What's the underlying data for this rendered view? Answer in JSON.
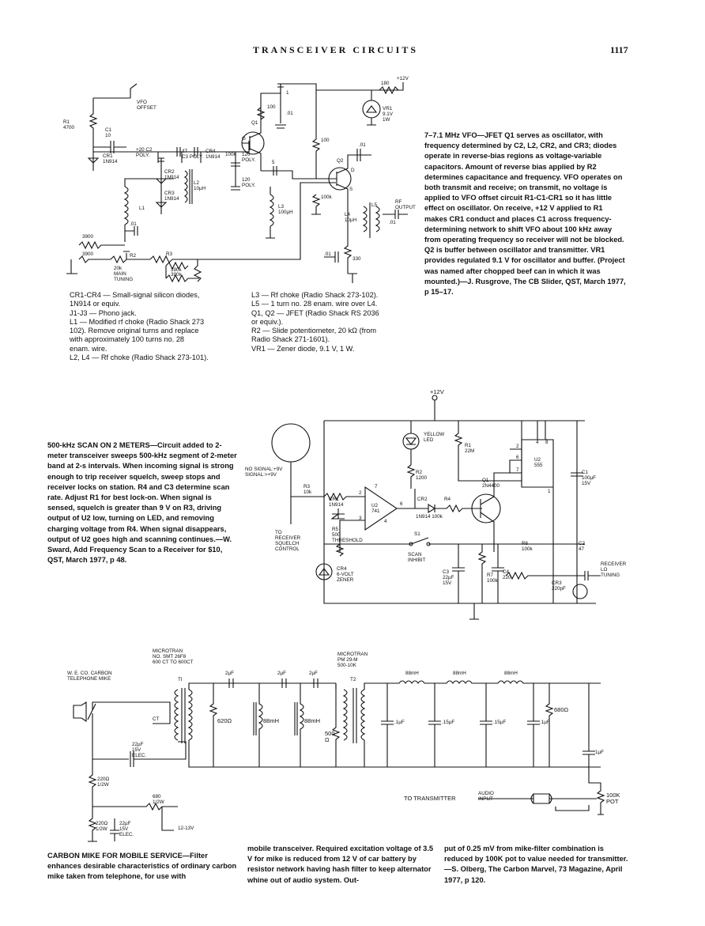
{
  "page": {
    "header": "TRANSCEIVER CIRCUITS",
    "page_number": "1117"
  },
  "vfo": {
    "caption": "7–7.1 MHz VFO—JFET Q1 serves as oscillator, with frequency determined by C2, L2, CR2, and CR3; diodes operate in reverse-bias regions as voltage-variable capacitors. Amount of reverse bias applied by R2 determines capacitance and frequency. VFO operates on both transmit and receive; on transmit, no voltage is applied to VFO offset circuit R1-C1-CR1 so it has little effect on oscillator. On receive, +12 V applied to R1 makes CR1 conduct and places C1 across frequency-determining network to shift VFO about 100 kHz away from operating frequency so receiver will not be blocked. Q2 is buffer between oscillator and transmitter. VR1 provides regulated 9.1 V for oscillator and buffer. (Project was named after chopped beef can in which it was mounted.)—J. Rusgrove, The CB Slider, QST, March 1977, p 15–17.",
    "parts_left": "CR1-CR4 — Small-signal silicon diodes,\n   1N914 or equiv.\nJ1-J3 — Phono jack.\nL1 — Modified rf choke (Radio Shack 273\n   102). Remove original turns and replace\n   with approximately 100 turns no. 28\n   enam. wire.\nL2, L4 — Rf choke (Radio Shack 273-101).",
    "parts_right": "L3 — Rf choke (Radio Shack 273-102).\nL5 — 1 turn no. 28 enam. wire over L4.\nQ1, Q2 — JFET (Radio Shack RS 2036\n   or equiv.).\nR2 — Slide potentiometer, 20 kΩ (from\n   Radio Shack 271-1601).\nVR1 — Zener diode, 9.1 V, 1 W.",
    "labels": {
      "vfo_offset": "VFO\nOFFSET",
      "r1": "R1\n4700",
      "c1": "C1\n10",
      "cr1": "CR1\n1N914",
      "c2": "+20   C2\nPOLY.",
      "c3": "47\nC3 POLY.",
      "cr4": "CR4\n1N914",
      "r100k": "100k",
      "cr2": "CR2\n1N914",
      "cr3": "CR3\n1N914",
      "l2": "L2\n10µH",
      "l1": "L1",
      "c120a": "120\nPOLY.",
      "c120b": "120\nPOLY.",
      "r3900a": "3900",
      "r3900b": "3900",
      "r2": "R2",
      "r3": "R3",
      "r390k_a": "390k",
      "r390k_b": "390k",
      "main_tuning": "20k\nMAIN\nTUNING",
      "c01a": ".01",
      "c01b": ".01",
      "c01c": ".01",
      "c01d": ".01",
      "c01e": ".01",
      "q1": "Q1",
      "q2": "Q2",
      "r100a": "100",
      "r100b": "100",
      "r100k_b": "100k",
      "l3": "L3\n100µH",
      "l4": "L4\n10µH",
      "l5": "L5",
      "rf_output": "RF\nOUTPUT",
      "r330": "330",
      "c5": "5",
      "r180": "180",
      "v12": "+12V",
      "vr1": "VR1\n9.1V\n1W",
      "c1b": "1",
      "g": "G",
      "d": "D",
      "s": "S"
    }
  },
  "scan": {
    "caption": "500-kHz SCAN ON 2 METERS—Circuit added to 2-meter transceiver sweeps 500-kHz segment of 2-meter band at 2-s intervals. When incoming signal is strong enough to trip receiver squelch, sweep stops and receiver locks on station. R4 and C3 determine scan rate. Adjust R1 for best lock-on. When signal is sensed, squelch is greater than 9 V on R3, driving output of U2 low, turning on LED, and removing charging voltage from R4. When signal disappears, output of U2 goes high and scanning continues.—W. Sward, Add Frequency Scan to a Receiver for $10, QST, March 1977, p 48.",
    "labels": {
      "v12": "+12V",
      "yellow_led": "YELLOW\nLED",
      "r1": "R1\n22M",
      "u2_555": "U2\n555",
      "c1": "C1\n100µF\n15V",
      "no_signal": "NO SIGNAL:+9V\nSIGNAL:>+9V",
      "r3": "R3\n10k",
      "r2": "R2\n1200",
      "q1": "Q1\n2N4400",
      "cr1": "CR1\n1N914",
      "u2_741": "U2\n741",
      "cr2": "CR2",
      "r4": "R4",
      "cr2_val": "1N914  100k",
      "r5": "R5\n500\nTHRESHOLD",
      "to_receiver": "TO\nRECEIVER\nSQUELCH\nCONTROL",
      "s1": "S1",
      "scan_inhibit": "SCAN\nINHIBIT",
      "r6": "R6\n100k",
      "c2": "C2\n47",
      "receiver_lo": "RECEIVER\nLO\nTUNING",
      "cr4": "CR4\n6-VOLT\nZENER",
      "c3": "C3\n22µF\n15V",
      "r7": "R7\n100k",
      "c4": "C4\n220",
      "cr3": "CR3\n220pF",
      "pins": [
        "2",
        "7",
        "6",
        "3",
        "4",
        "4",
        "8",
        "2",
        "6",
        "7",
        "1"
      ]
    }
  },
  "mike": {
    "caption_1": "CARBON MIKE FOR MOBILE SERVICE—Filter enhances desirable characteristics of ordinary carbon mike taken from telephone, for use with",
    "caption_2": "mobile transceiver. Required excitation voltage of 3.5 V for mike is reduced from 12 V of car battery by resistor network having hash filter to keep alternator whine out of audio system. Out-",
    "caption_3": "put of 0.25 mV from mike-filter combination is reduced by 100K pot to value needed for transmitter.—S. Olberg, The Carbon Marvel, 73 Magazine, April 1977, p 120.",
    "labels": {
      "t1_head": "MICROTRAN\nNO. SMT 26F8\n600 CT TO 600CT",
      "t2_head": "MICROTRAN\nPM 29-M\n500-10K",
      "mike": "W. E. CO. CARBON\nTELEPHONE MIKE",
      "t1": "TI",
      "ct": "CT",
      "t2": "T2",
      "c2uf_a": "2µF",
      "c2uf_b": "2µF",
      "c2uf_c": "2µF",
      "r620": "620Ω",
      "l88_a": "88mH",
      "l88_b": "88mH",
      "r500": "500\nΩ",
      "l88_c": "88mH",
      "l88_d": "88mH",
      "l88_e": "88mH",
      "c1uf_a": ".1µF",
      "c15uf_a": ".15µF",
      "c15uf_b": ".15µF",
      "c1uf_b": ".1µF",
      "r680a": "680Ω",
      "c22uf": "22µF\n15V\nELEC.",
      "r220a": "220Ω\n1/2W",
      "r680b": "680\n1/2W",
      "r220b": "220Ω\n1/2W",
      "c22uf_b": "22µF\n15V\nELEC.",
      "v12_13": "12-13V",
      "to_transmitter": "TO TRANSMITTER",
      "audio_input": "AUDIO\nINPUT",
      "pot": "100K\nPOT",
      "c1uf_out": "1µF"
    }
  }
}
